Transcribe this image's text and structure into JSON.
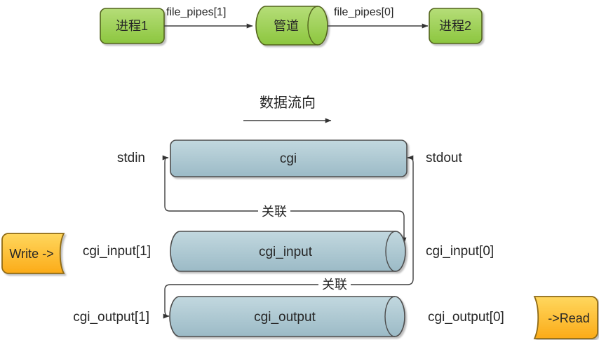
{
  "top_row": {
    "process1_label": "进程1",
    "arrow1_label": "file_pipes[1]",
    "pipe_label": "管道",
    "arrow2_label": "file_pipes[0]",
    "process2_label": "进程2"
  },
  "flow_caption": "数据流向",
  "cgi_section": {
    "cgi_label": "cgi",
    "stdin_label": "stdin",
    "stdout_label": "stdout",
    "assoc1_label": "关联",
    "assoc2_label": "关联",
    "cgi_input_label": "cgi_input",
    "cgi_input_write_label": "cgi_input[1]",
    "cgi_input_read_label": "cgi_input[0]",
    "cgi_output_label": "cgi_output",
    "cgi_output_write_label": "cgi_output[1]",
    "cgi_output_read_label": "cgi_output[0]",
    "write_badge_label": "Write ->",
    "read_badge_label": "->Read"
  },
  "colors": {
    "process_fill_top": "#b5dd78",
    "process_fill_bottom": "#8cc63f",
    "process_border": "#52641f",
    "pipe_fill_top": "#c2d8df",
    "pipe_fill_bottom": "#9bbac6",
    "pipe_border": "#4d4d4d",
    "badge_fill_top": "#ffd75e",
    "badge_fill_bottom": "#fbab18",
    "badge_border": "#8f6a12",
    "connector": "#3f3f3f",
    "text": "#262626",
    "background": "#ffffff"
  }
}
